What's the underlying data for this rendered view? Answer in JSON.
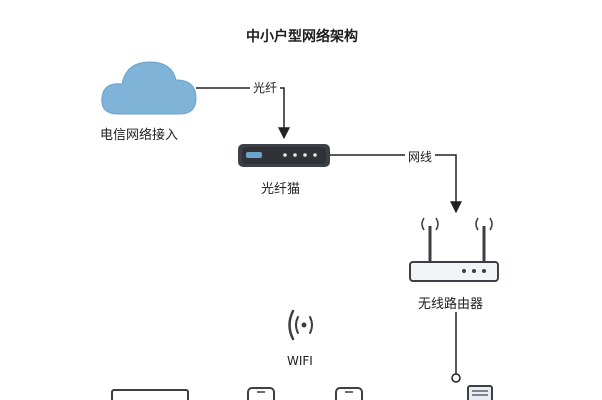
{
  "title": "中小户型网络架构",
  "nodes": {
    "cloud": {
      "label": "电信网络接入"
    },
    "modem": {
      "label": "光纤猫"
    },
    "router": {
      "label": "无线路由器"
    },
    "wifi": {
      "label": "WIFI"
    }
  },
  "connections": {
    "fiber": {
      "label": "光纤"
    },
    "ethernet": {
      "label": "网线"
    }
  },
  "colors": {
    "cloud": "#7fb3d8",
    "line": "#222222",
    "device_body": "#3c3f45",
    "router_body": "#f2f3f5"
  }
}
